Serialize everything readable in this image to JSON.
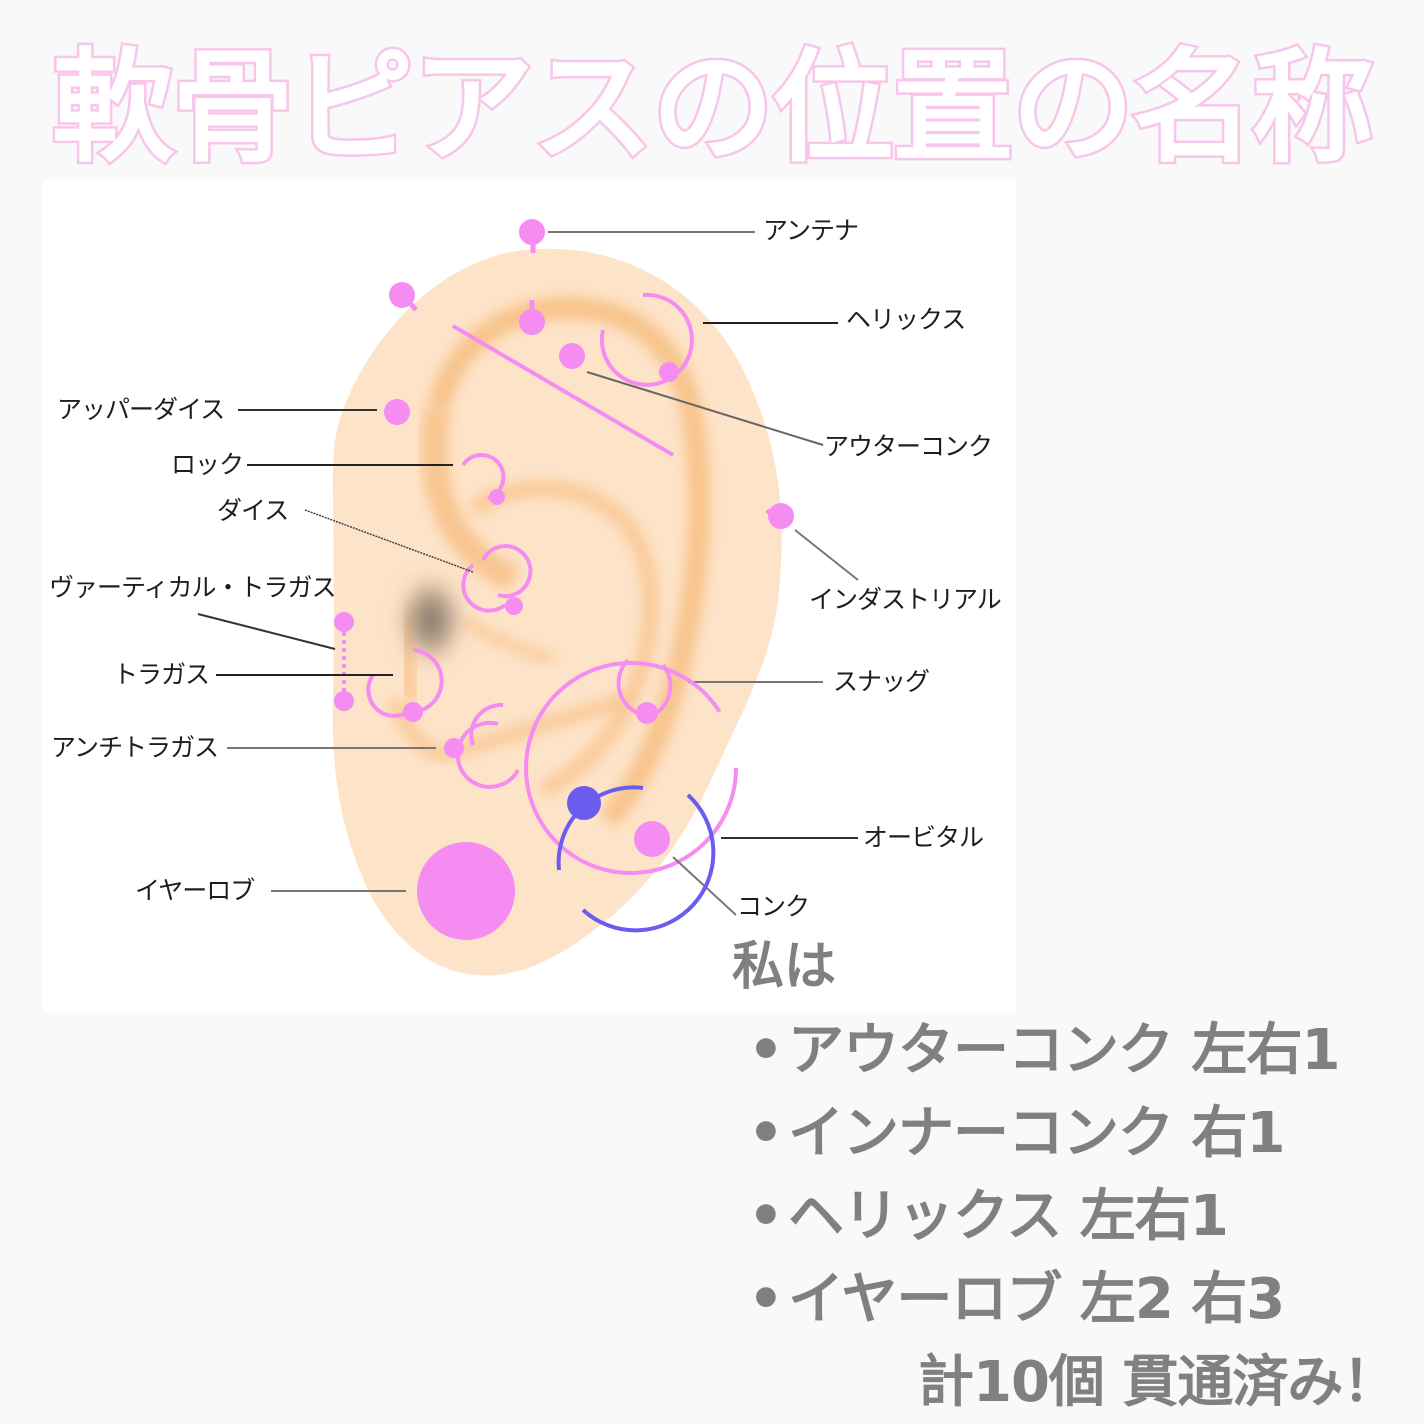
{
  "title": "軟骨ピアスの位置の名称",
  "diagram": {
    "labels": {
      "antenna": "アンテナ",
      "helix": "ヘリックス",
      "upper_daith": "アッパーダイス",
      "outer_conch": "アウターコンク",
      "rook": "ロック",
      "daith": "ダイス",
      "industrial": "インダストリアル",
      "vertical_tragus": "ヴァーティカル・トラガス",
      "tragus": "トラガス",
      "snug": "スナッグ",
      "antitragus": "アンチトラガス",
      "orbital": "オービタル",
      "conch": "コンク",
      "earlobe": "イヤーロブ"
    },
    "colors": {
      "skin": "#fde3c8",
      "skin_shadow": "#f6b978",
      "piercing_pink": "#f48cf2",
      "piercing_purple": "#6b5cf0",
      "leader_line": "#555555"
    }
  },
  "my_piercings": {
    "heading": "私は",
    "bullet": "•",
    "items": [
      {
        "name": "アウターコンク",
        "count": "左右1"
      },
      {
        "name": "インナーコンク",
        "count": "右1"
      },
      {
        "name": "ヘリックス",
        "count": "左右1"
      },
      {
        "name": "イヤーロブ",
        "count": "左2 右3"
      }
    ],
    "total": "計10個 貫通済み！"
  }
}
